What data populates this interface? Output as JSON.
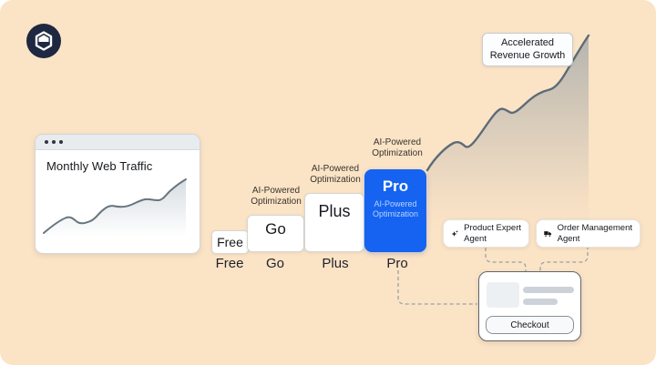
{
  "colors": {
    "background": "#fbe3c6",
    "accent_blue": "#1563f0",
    "logo_background": "#1e2840",
    "curve_stroke": "#5c6b77",
    "dashed_connector": "#9aa1a8"
  },
  "logo": {
    "icon": "box-logo-icon"
  },
  "traffic_window": {
    "title": "Monthly Web Traffic"
  },
  "annotation": {
    "line1": "AI-Powered",
    "line2": "Optimization"
  },
  "tiers": {
    "boxes": [
      {
        "label": "Free"
      },
      {
        "label": "Go"
      },
      {
        "label": "Plus"
      },
      {
        "label": "Pro",
        "sub_line1": "AI-Powered",
        "sub_line2": "Optimization"
      }
    ],
    "axis": [
      "Free",
      "Go",
      "Plus",
      "Pro"
    ]
  },
  "revenue_badge": {
    "line1": "Accelerated",
    "line2": "Revenue Growth"
  },
  "agents": [
    {
      "icon": "sparkle-icon",
      "line1": "Product Expert",
      "line2": "Agent"
    },
    {
      "icon": "truck-icon",
      "line1": "Order Management",
      "line2": "Agent"
    }
  ],
  "checkout": {
    "button_label": "Checkout"
  }
}
